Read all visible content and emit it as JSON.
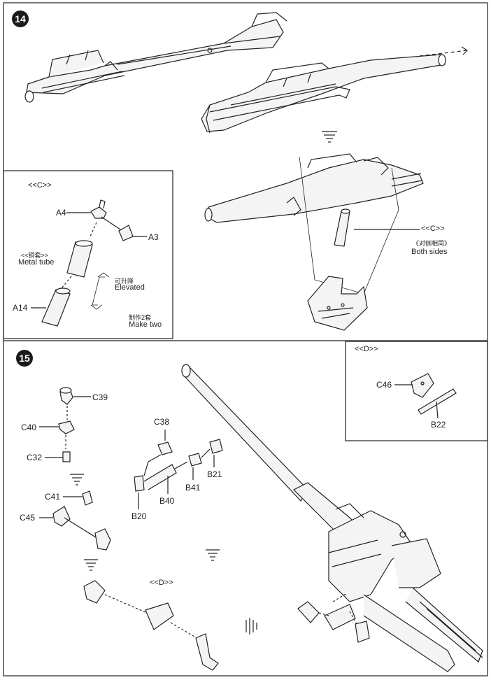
{
  "step14": {
    "number": "14",
    "detail": {
      "ref": "<<C>>",
      "parts": {
        "a4": "A4",
        "a3": "A3",
        "a14": "A14"
      },
      "metal_tube_cn": "<<铜套>>",
      "metal_tube": "Metal tube",
      "elevated_cn": "可升降",
      "elevated": "Elevated",
      "make_two_cn": "制作2套",
      "make_two": "Make two"
    },
    "callout": {
      "ref": "<<C>>",
      "both_sides_cn": "《对侧相同》",
      "both_sides": "Both sides"
    }
  },
  "step15": {
    "number": "15",
    "parts": {
      "c39": "C39",
      "c40": "C40",
      "c32": "C32",
      "c41": "C41",
      "c45": "C45",
      "c38": "C38",
      "b21": "B21",
      "b41": "B41",
      "b40": "B40",
      "b20": "B20"
    },
    "ref_d": "<<D>>",
    "detail_d": {
      "ref": "<<D>>",
      "c46": "C46",
      "b22": "B22"
    }
  },
  "colors": {
    "line": "#222222",
    "fill": "#f4f4f4",
    "badge": "#1a1a1a"
  }
}
